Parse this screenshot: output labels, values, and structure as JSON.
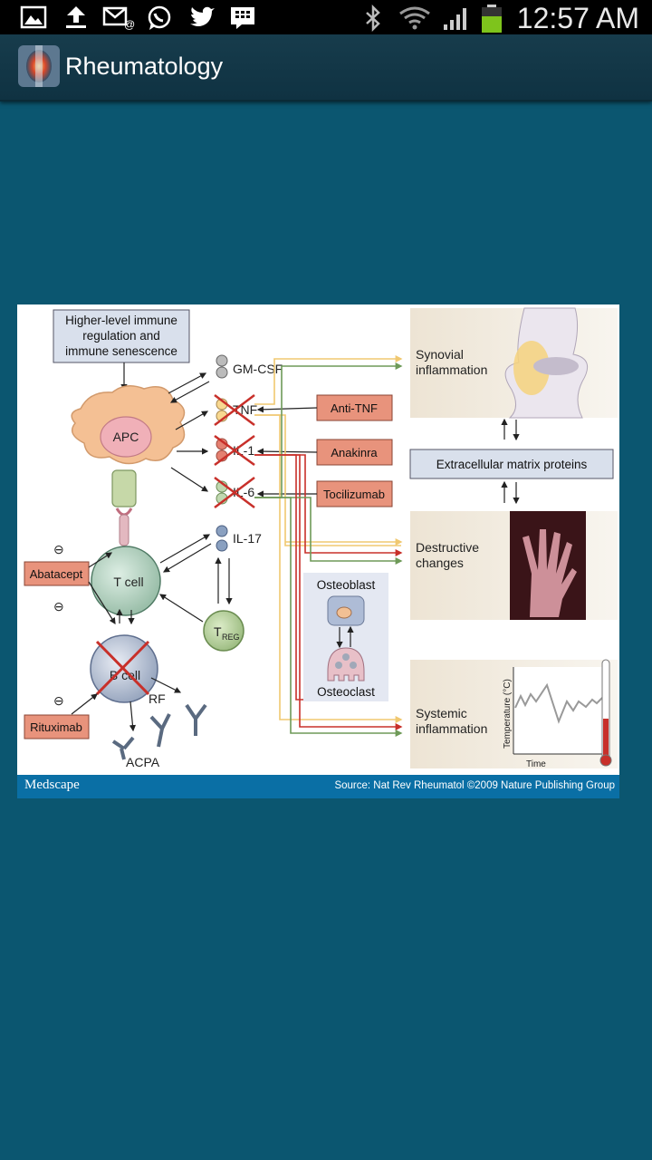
{
  "status_bar": {
    "time": "12:57 AM",
    "icons": [
      "gallery-icon",
      "upload-icon",
      "email-icon",
      "whatsapp-icon",
      "twitter-icon",
      "bbm-icon",
      "bluetooth-icon",
      "wifi-icon",
      "signal-icon",
      "battery-icon"
    ]
  },
  "action_bar": {
    "title": "Rheumatology"
  },
  "figure": {
    "top_box": [
      "Higher-level immune",
      "regulation and",
      "immune senescence"
    ],
    "cells": {
      "apc": "APC",
      "t_cell": "T cell",
      "b_cell": "B cell",
      "treg_main": "T",
      "treg_sub": "REG"
    },
    "cytokines": {
      "gmcsf": "GM-CSF",
      "tnf": "TNF",
      "il1": "IL-1",
      "il6": "IL-6",
      "il17": "IL-17"
    },
    "drugs": {
      "abatacept": "Abatacept",
      "rituximab": "Rituximab",
      "anti_tnf": "Anti-TNF",
      "anakinra": "Anakinra",
      "tocilizumab": "Tocilizumab"
    },
    "inhibitory_symbol": "⊖",
    "antibodies": {
      "rf": "RF",
      "acpa": "ACPA"
    },
    "bone": {
      "osteoblast": "Osteoblast",
      "osteoclast": "Osteoclast"
    },
    "outcomes": {
      "synovial": [
        "Synovial",
        "inflammation"
      ],
      "ecm": "Extracellular matrix proteins",
      "destructive": [
        "Destructive",
        "changes"
      ],
      "systemic": [
        "Systemic",
        "inflammation"
      ]
    },
    "graph": {
      "ylabel": "Temperature (°C)",
      "xlabel": "Time"
    },
    "footer": {
      "logo": "Medscape",
      "source": "Source: Nat Rev Rheumatol ©2009 Nature Publishing Group"
    }
  }
}
